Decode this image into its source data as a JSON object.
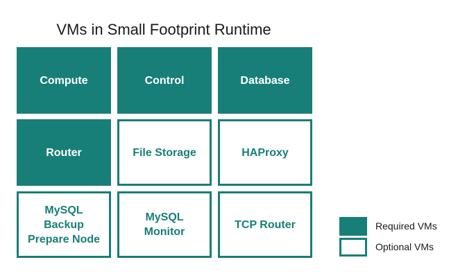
{
  "title": "VMs in Small Footprint Runtime",
  "colors": {
    "accent": "#177f77",
    "background": "#ffffff"
  },
  "tiles": [
    {
      "label": "Compute",
      "kind": "required"
    },
    {
      "label": "Control",
      "kind": "required"
    },
    {
      "label": "Database",
      "kind": "required"
    },
    {
      "label": "Router",
      "kind": "required"
    },
    {
      "label": "File Storage",
      "kind": "optional"
    },
    {
      "label": "HAProxy",
      "kind": "optional"
    },
    {
      "label": "MySQL\nBackup\nPrepare Node",
      "kind": "optional"
    },
    {
      "label": "MySQL\nMonitor",
      "kind": "optional"
    },
    {
      "label": "TCP Router",
      "kind": "optional"
    }
  ],
  "legend": {
    "required": "Required VMs",
    "optional": "Optional VMs"
  }
}
